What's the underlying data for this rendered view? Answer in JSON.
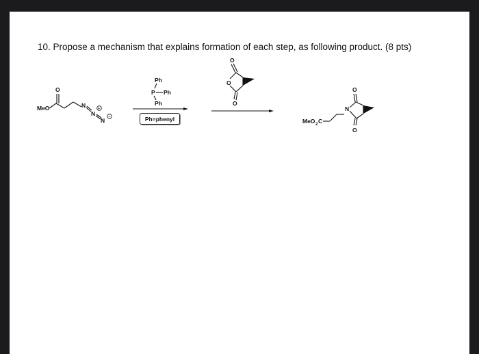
{
  "question": {
    "text": "10. Propose a mechanism that explains formation of each step, as following product. (8 pts)"
  },
  "scheme": {
    "start_material": {
      "meo": "MeO",
      "o": "O",
      "n1": "N",
      "n2": "N",
      "n3": "N",
      "plus": "+",
      "minus": "−"
    },
    "reagent1": {
      "ph_top": "Ph",
      "p": "P",
      "ph_right": "Ph",
      "ph_bottom": "Ph",
      "note": "Ph=phenyl"
    },
    "reagent2": {
      "o_top": "O",
      "o_ring": "O",
      "o_bottom": "O"
    },
    "product": {
      "meo2c": "MeO",
      "sub2": "2",
      "c": "C",
      "n": "N",
      "o_top": "O",
      "o_bottom": "O"
    }
  }
}
